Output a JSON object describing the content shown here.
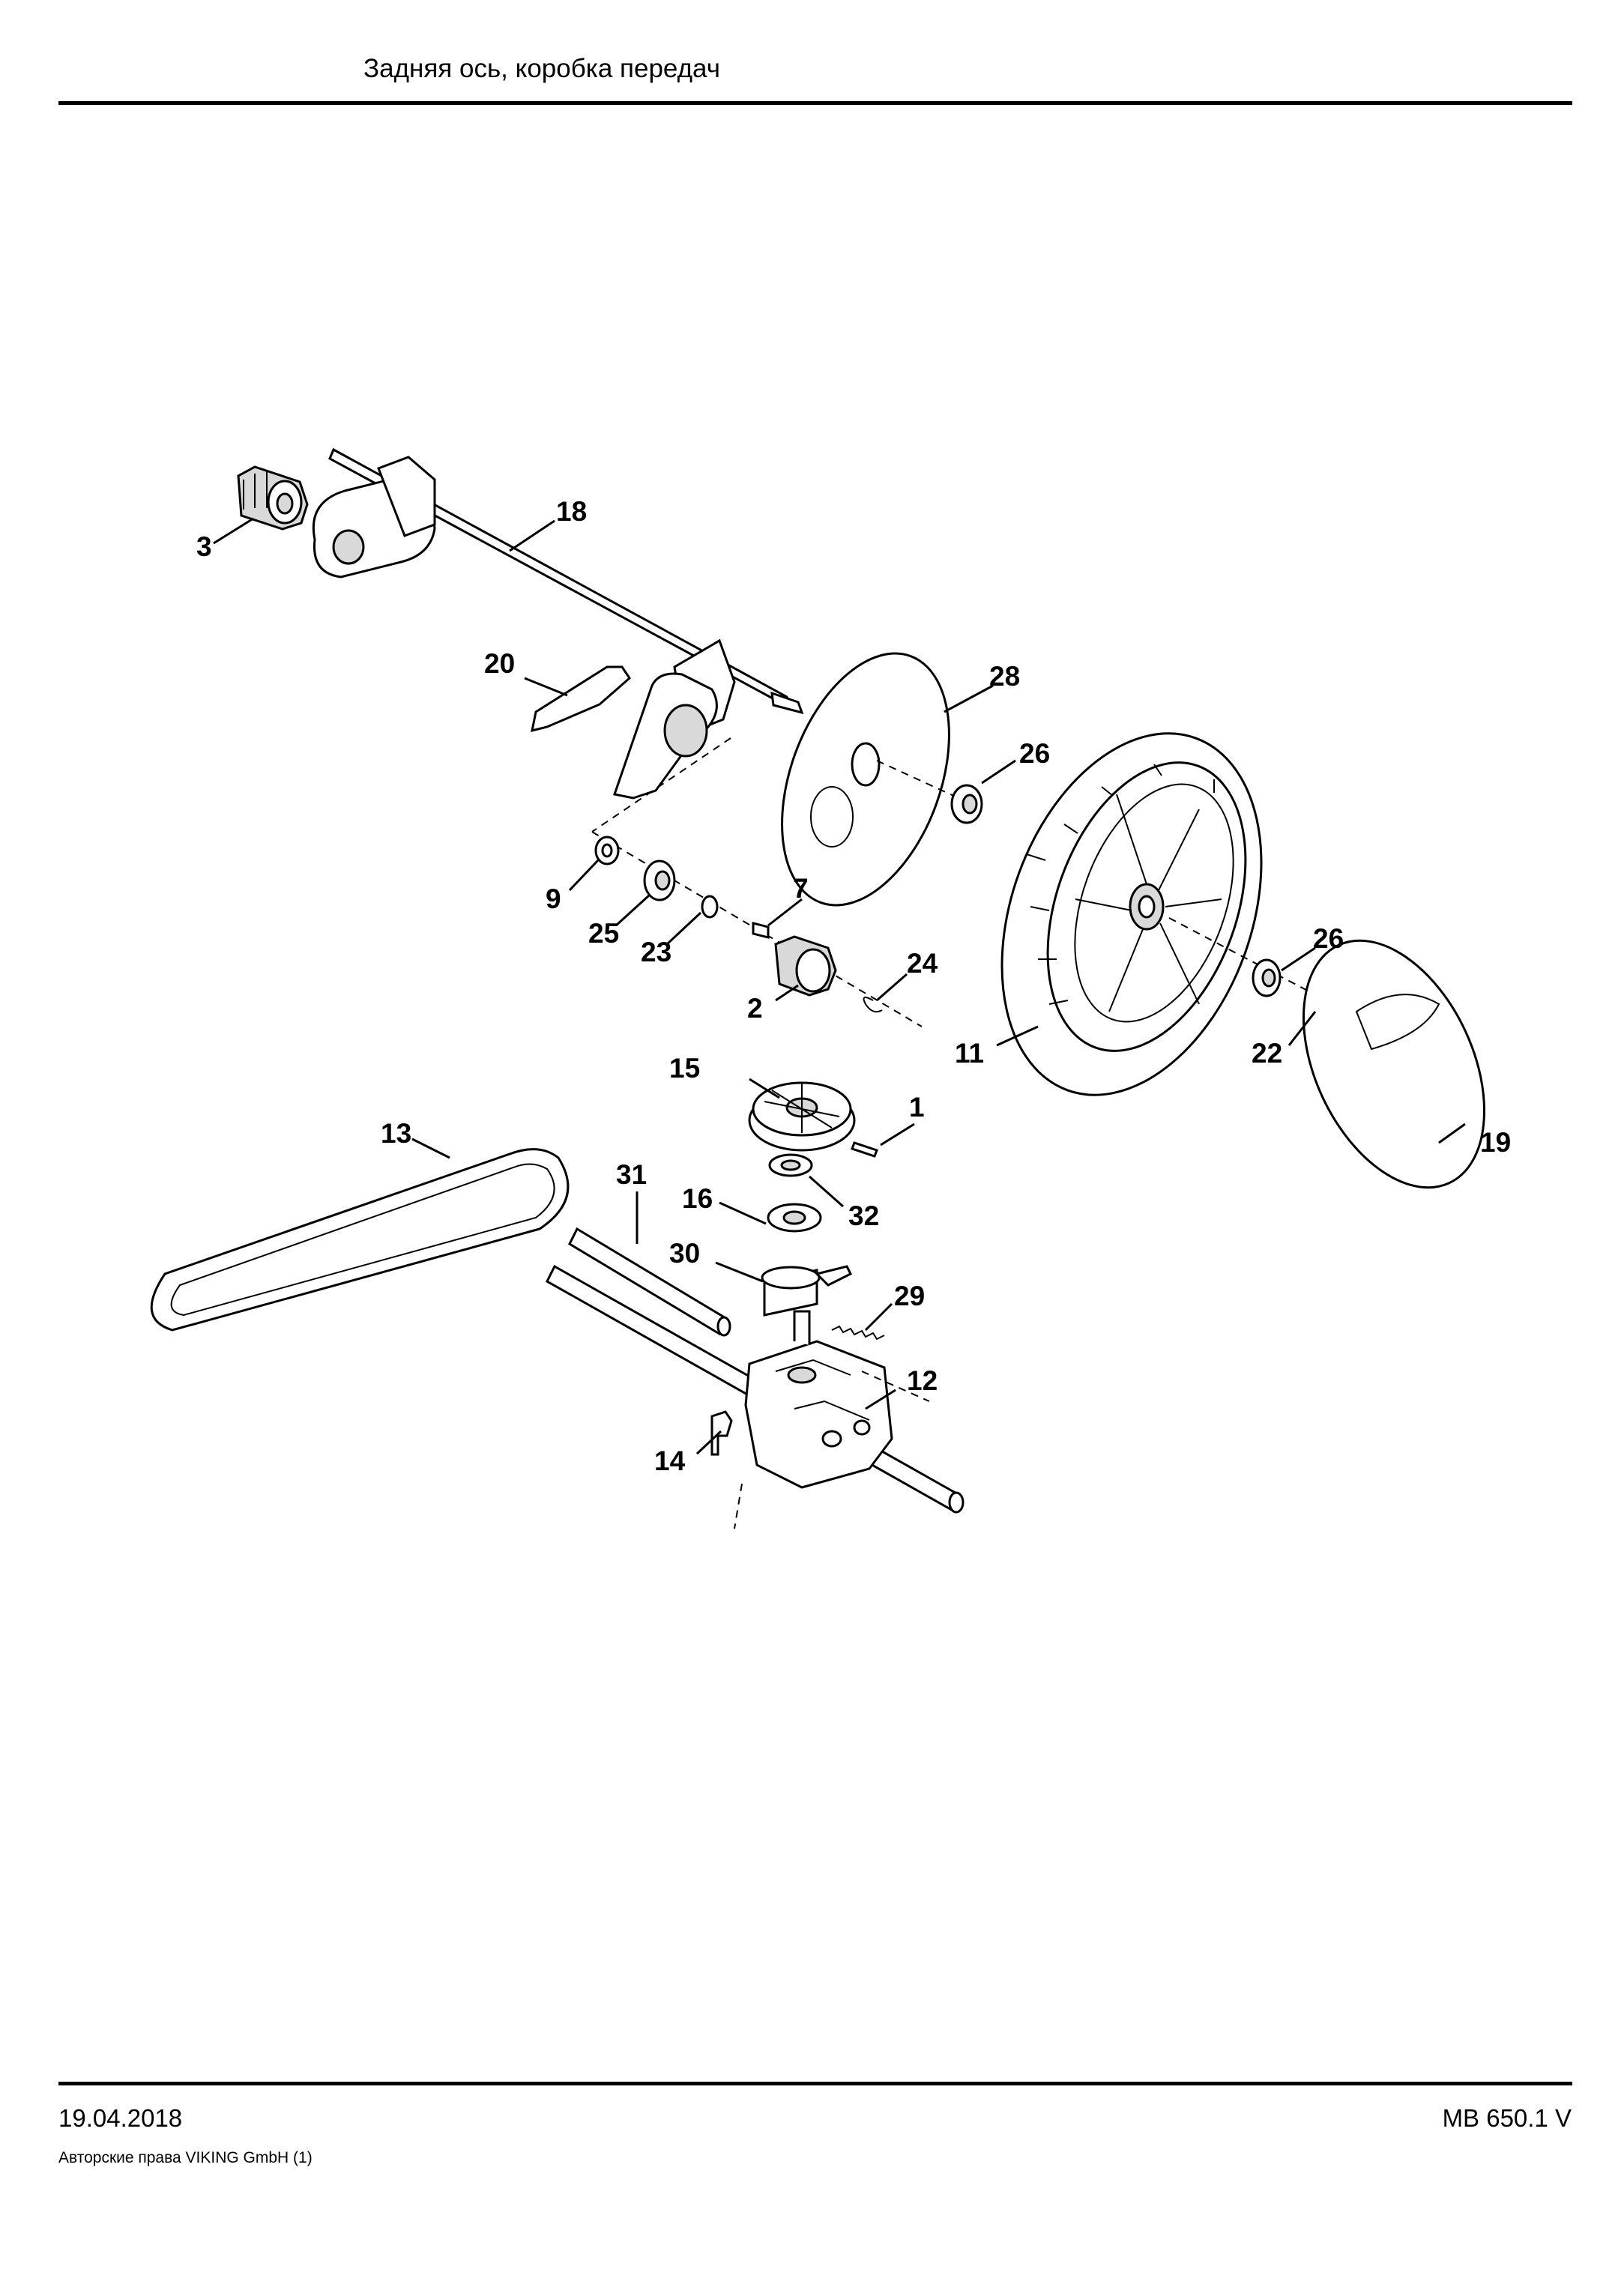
{
  "header": {
    "title": "Задняя ось, коробка передач"
  },
  "footer": {
    "date": "19.04.2018",
    "model": "MB 650.1 V",
    "copyright": "Авторские права VIKING GmbH  (1)"
  },
  "callouts": [
    "3",
    "18",
    "20",
    "28",
    "26",
    "9",
    "25",
    "7",
    "23",
    "24",
    "2",
    "11",
    "26",
    "22",
    "15",
    "1",
    "19",
    "13",
    "31",
    "16",
    "32",
    "30",
    "29",
    "12",
    "14"
  ]
}
